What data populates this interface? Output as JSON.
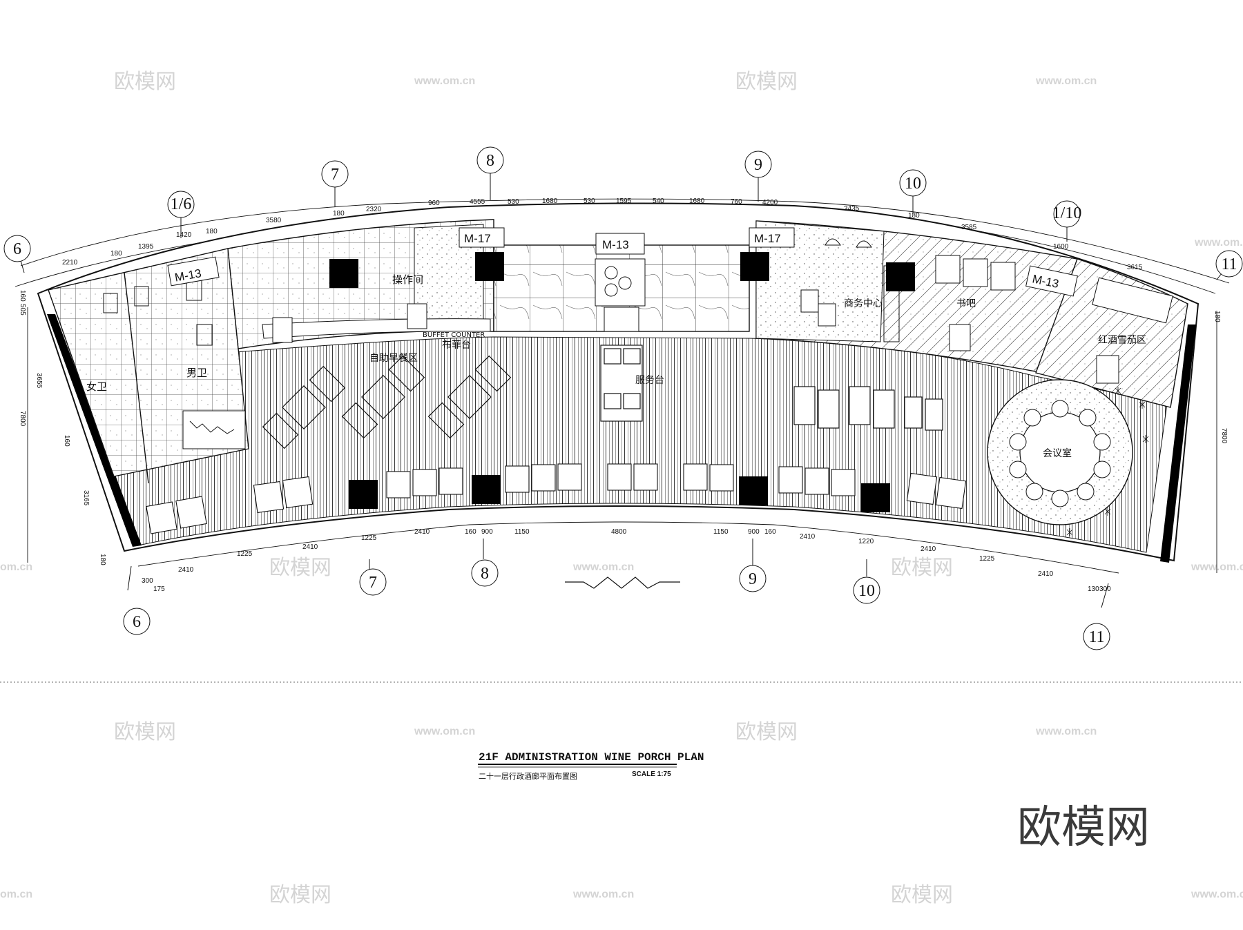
{
  "drawing": {
    "title_en": "21F ADMINISTRATION WINE PORCH PLAN",
    "title_cn": "二十一层行政酒廊平面布置图",
    "scale": "SCALE  1:75"
  },
  "brand": {
    "logo_text": "欧模网",
    "url_text": "www.om.cn",
    "url_fragment": "om.cn"
  },
  "axes_top": [
    "1/6",
    "7",
    "8",
    "9",
    "10",
    "1/10"
  ],
  "axes_side": [
    "6",
    "11"
  ],
  "axes_bottom": [
    "6",
    "7",
    "8",
    "9",
    "10",
    "11"
  ],
  "doors": [
    "M-13",
    "M-17",
    "M-13",
    "M-17",
    "M-13"
  ],
  "rooms": {
    "womens_wc": "女卫",
    "mens_wc": "男卫",
    "operation_room": "操作间",
    "buffet_area": "自助早餐区",
    "buffet_counter_en": "BUFFET COUNTER",
    "buffet_counter_cn": "布菲台",
    "service_desk": "服务台",
    "business_center": "商务中心",
    "book_bar": "书吧",
    "wine_cigar": "红酒雪茄区",
    "meeting_room": "会议室"
  },
  "dims_top": [
    "2210",
    "180",
    "1395",
    "1420",
    "180",
    "3580",
    "180",
    "2320",
    "960",
    "4555",
    "530",
    "1680",
    "530",
    "1595",
    "540",
    "1680",
    "760",
    "4200",
    "3435",
    "180",
    "3585",
    "1600",
    "3615"
  ],
  "dims_bottom": [
    "2410",
    "1225",
    "2410",
    "1225",
    "2410",
    "160",
    "900",
    "1150",
    "4800",
    "1150",
    "900",
    "160",
    "2410",
    "1220",
    "2410",
    "1225",
    "2410"
  ],
  "dims_left": [
    "505",
    "160",
    "3655",
    "7800",
    "160",
    "3165",
    "180",
    "300",
    "175"
  ],
  "dims_right": [
    "180",
    "7800",
    "130",
    "300"
  ]
}
